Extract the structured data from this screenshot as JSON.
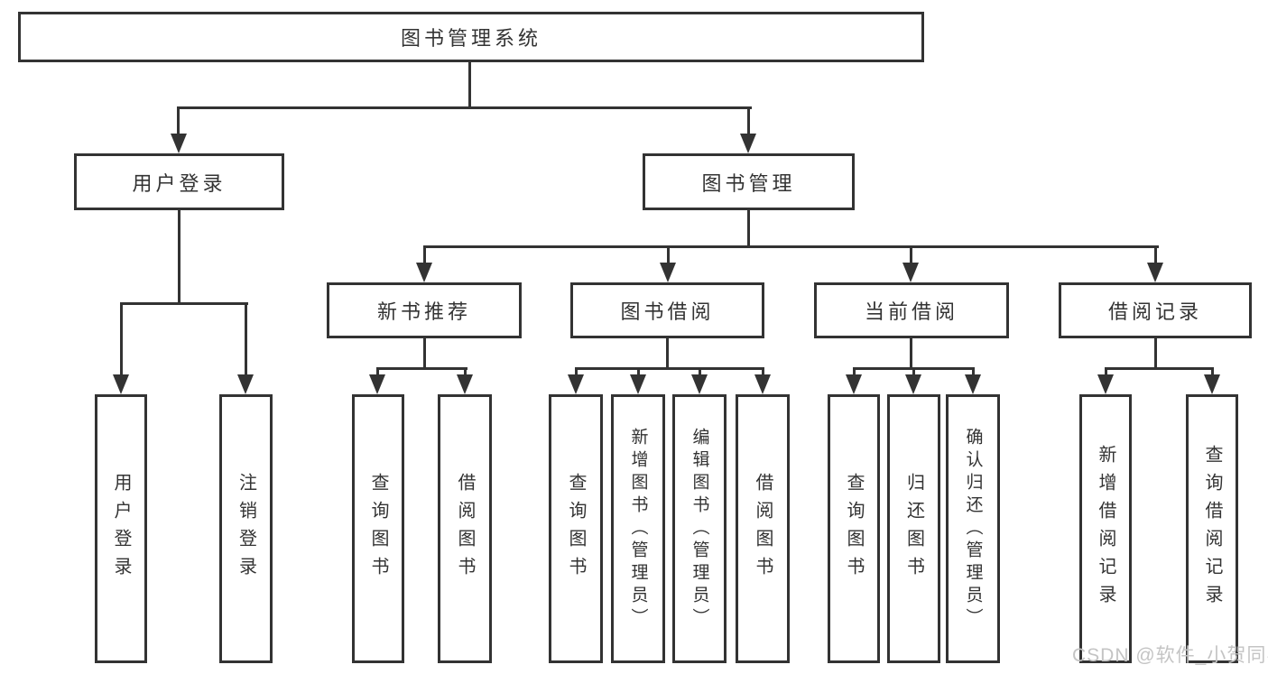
{
  "diagram_title": "图书管理系统",
  "nodes": {
    "root": {
      "label": "图书管理系统"
    },
    "user_login": {
      "label": "用户登录"
    },
    "book_management": {
      "label": "图书管理"
    },
    "new_book_recommend": {
      "label": "新书推荐"
    },
    "book_borrow": {
      "label": "图书借阅"
    },
    "current_borrow": {
      "label": "当前借阅"
    },
    "borrow_records": {
      "label": "借阅记录"
    },
    "leaf_user_login": {
      "label": "用户登录"
    },
    "leaf_logout": {
      "label": "注销登录"
    },
    "leaf_recommend_query_books": {
      "label": "查询图书"
    },
    "leaf_recommend_borrow_books": {
      "label": "借阅图书"
    },
    "leaf_borrow_query_books": {
      "label": "查询图书"
    },
    "leaf_borrow_add_books": {
      "label": "新增图书（管理员）"
    },
    "leaf_borrow_edit_books": {
      "label": "编辑图书（管理员）"
    },
    "leaf_borrow_borrow_books": {
      "label": "借阅图书"
    },
    "leaf_current_query_books": {
      "label": "查询图书"
    },
    "leaf_current_return_books": {
      "label": "归还图书"
    },
    "leaf_current_confirm_return": {
      "label": "确认归还（管理员）"
    },
    "leaf_records_add_record": {
      "label": "新增借阅记录"
    },
    "leaf_records_query_record": {
      "label": "查询借阅记录"
    }
  },
  "hierarchy": {
    "图书管理系统": [
      "用户登录",
      "图书管理"
    ],
    "用户登录": [
      "用户登录",
      "注销登录"
    ],
    "图书管理": [
      "新书推荐",
      "图书借阅",
      "当前借阅",
      "借阅记录"
    ],
    "新书推荐": [
      "查询图书",
      "借阅图书"
    ],
    "图书借阅": [
      "查询图书",
      "新增图书（管理员）",
      "编辑图书（管理员）",
      "借阅图书"
    ],
    "当前借阅": [
      "查询图书",
      "归还图书",
      "确认归还（管理员）"
    ],
    "借阅记录": [
      "新增借阅记录",
      "查询借阅记录"
    ]
  },
  "watermark": {
    "text": "CSDN @软件_小贺同学"
  },
  "colors": {
    "line": "#333333",
    "text": "#333333",
    "watermark": "#c4c4c4",
    "background": "#ffffff"
  }
}
